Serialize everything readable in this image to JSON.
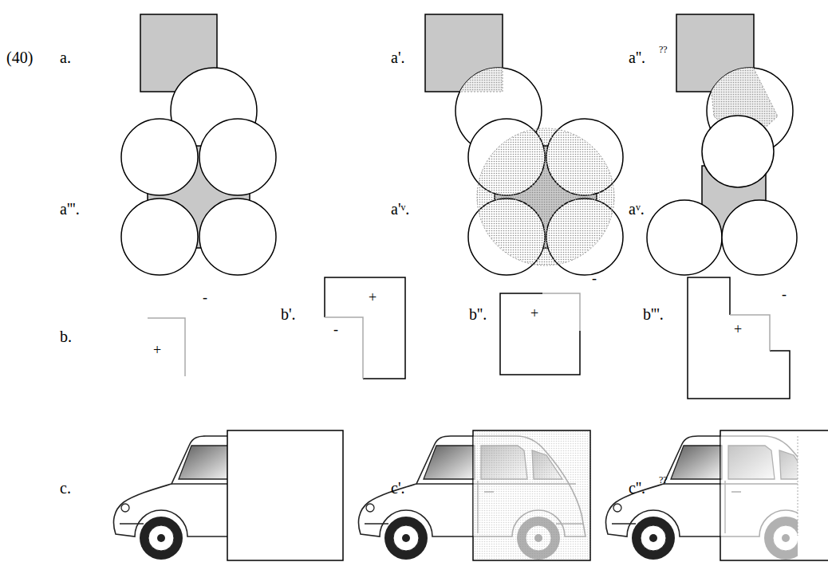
{
  "diagram": {
    "labels": [
      "(40)",
      "a.",
      "a'.",
      "a''.",
      "??",
      "a'''.",
      "a'ᵛ.",
      "aᵛ.",
      "b.",
      "-",
      "+",
      "b'.",
      "+",
      "-",
      "b''.",
      "+",
      "-",
      "b'''.",
      "+",
      "-",
      "c.",
      "c'.",
      "c''.",
      "??"
    ]
  }
}
